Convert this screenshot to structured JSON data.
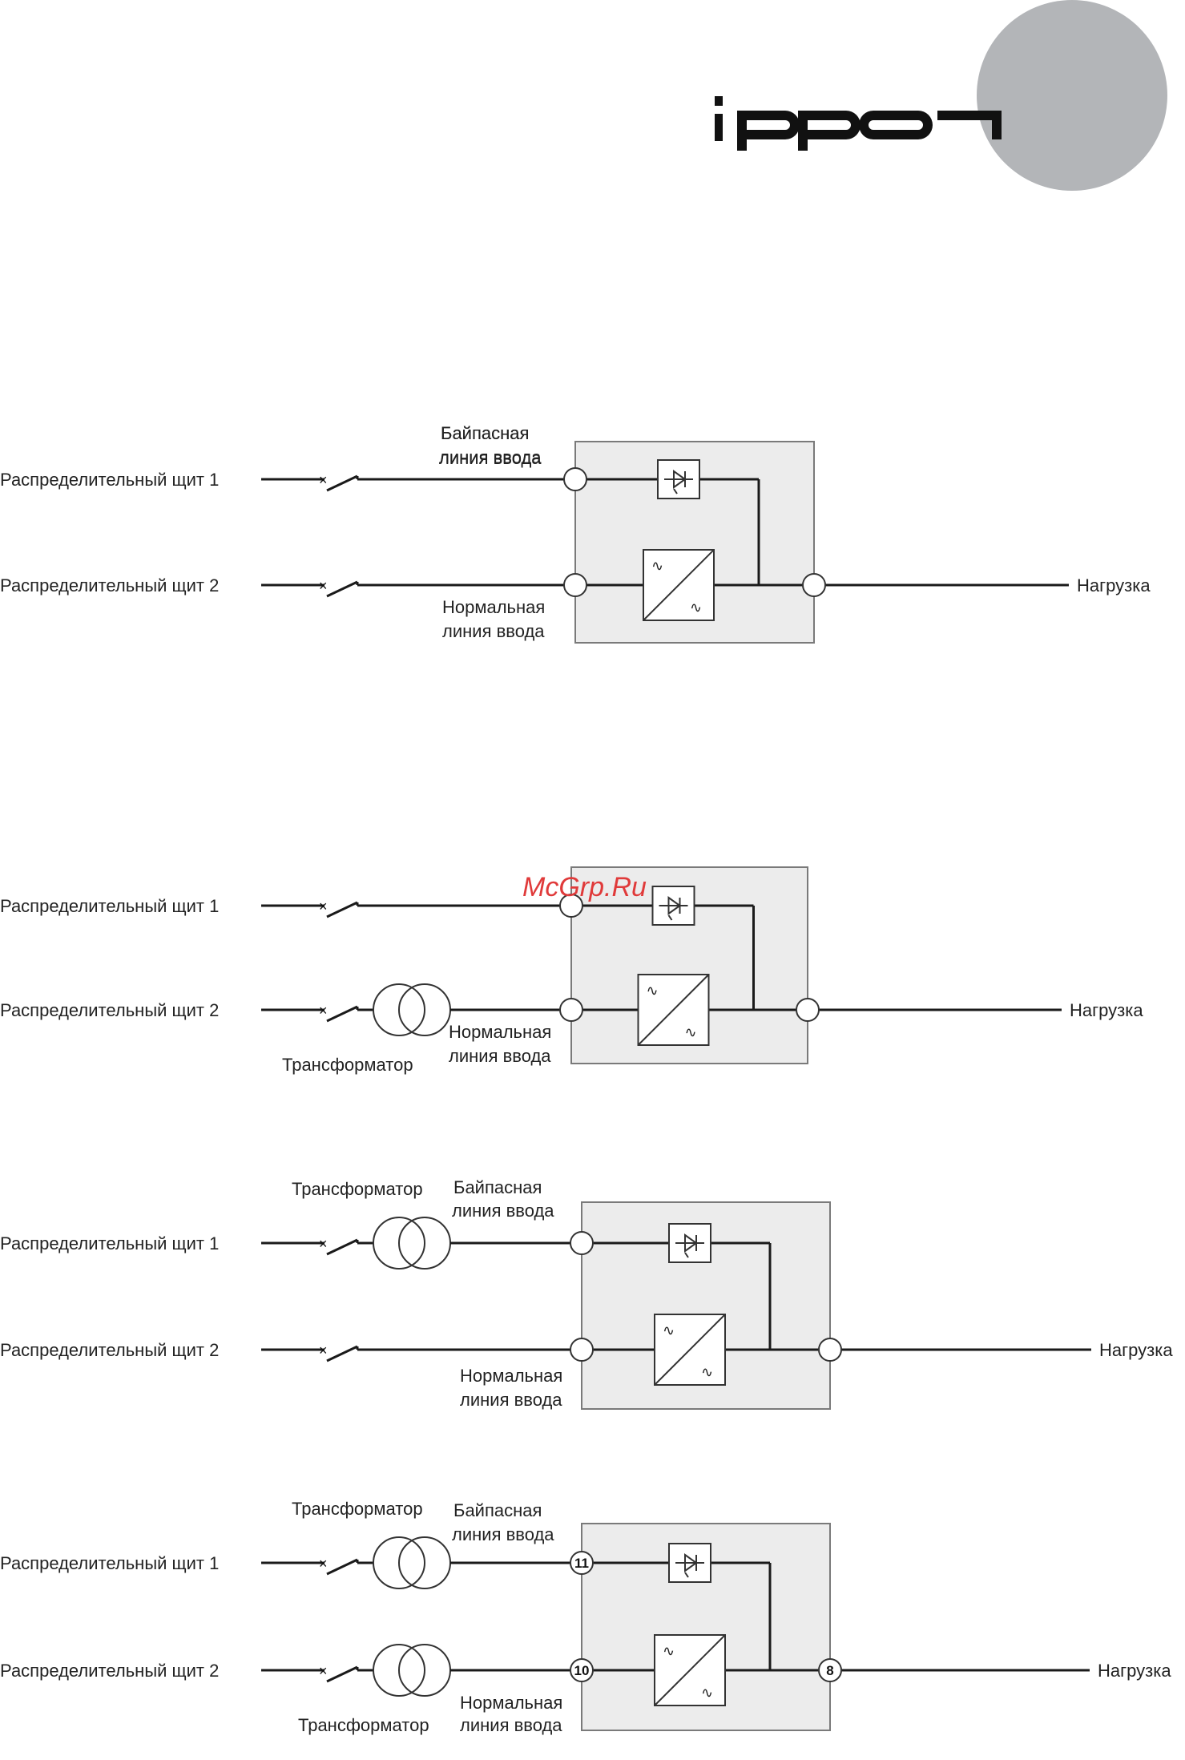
{
  "brand": {
    "circle_color": "#b3b5b8"
  },
  "watermark": {
    "text": "McGrp.Ru",
    "color": "#e03a3a"
  },
  "labels": {
    "panel1": "Распределительный щит 1",
    "panel2": "Распределительный щит 2",
    "bypass_1": "Байпасная",
    "bypass_2": "линия ввода",
    "normal_1": "Нормальная",
    "normal_2": "линия ввода",
    "load": "Нагрузка",
    "transformer": "Трансформатор"
  },
  "diagrams": [
    {
      "id": "d1",
      "transformer_bypass": false,
      "transformer_normal": false,
      "port_numbers": null
    },
    {
      "id": "d2",
      "transformer_bypass": false,
      "transformer_normal": true,
      "port_numbers": null
    },
    {
      "id": "d3",
      "transformer_bypass": true,
      "transformer_normal": false,
      "port_numbers": null
    },
    {
      "id": "d4",
      "transformer_bypass": true,
      "transformer_normal": true,
      "port_numbers": {
        "bypass": "11",
        "normal": "10",
        "output": "8"
      }
    }
  ]
}
